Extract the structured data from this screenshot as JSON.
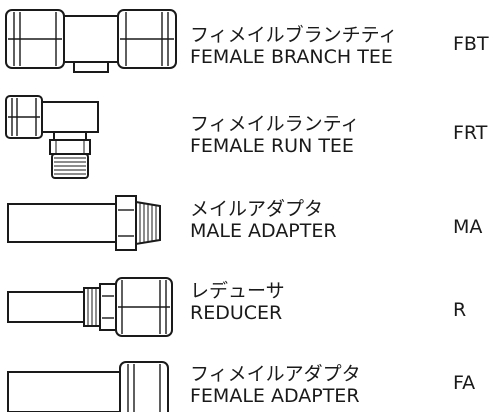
{
  "fittings": [
    {
      "name_ja": "フィメイルブランチティ",
      "name_en": "FEMALE BRANCH TEE",
      "code": "FBT"
    },
    {
      "name_ja": "フィメイルランティ",
      "name_en": "FEMALE RUN TEE",
      "code": "FRT"
    },
    {
      "name_ja": "メイルアダプタ",
      "name_en": "MALE ADAPTER",
      "code": "MA"
    },
    {
      "name_ja": "レデューサ",
      "name_en": "REDUCER",
      "code": "R"
    },
    {
      "name_ja": "フィメイルアダプタ",
      "name_en": "FEMALE ADAPTER",
      "code": "FA"
    }
  ]
}
